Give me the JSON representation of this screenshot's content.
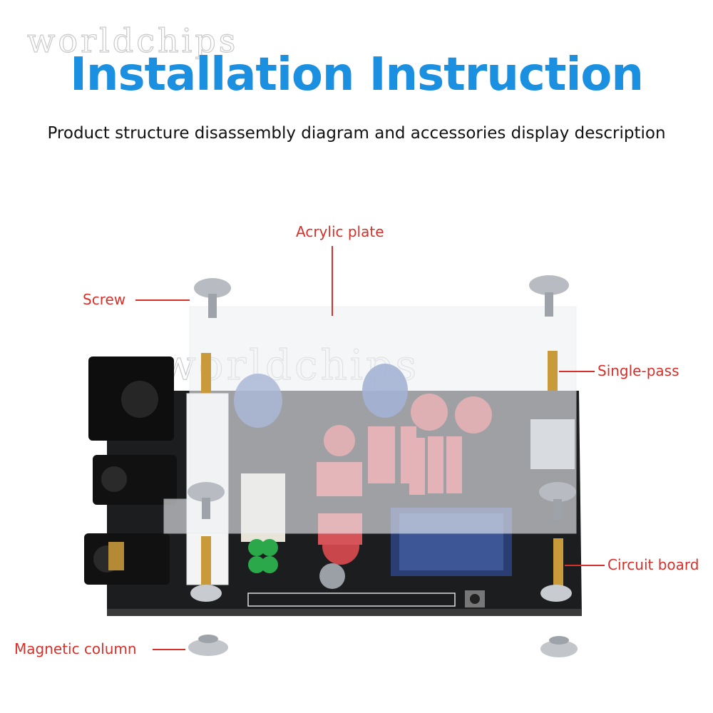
{
  "watermark": "worldchips",
  "title": "Installation Instruction",
  "subtitle": "Product structure disassembly diagram and accessories display description",
  "labels": {
    "acrylic_plate": "Acrylic plate",
    "screw": "Screw",
    "single_pass": "Single-pass",
    "circuit_board": "Circuit board",
    "magnetic_column": "Magnetic column"
  },
  "colors": {
    "title": "#1b8fe0",
    "label": "#d6302b",
    "pcb": "#1c1d1f",
    "standoff": "#c99a3a",
    "screw": "#b8bcc2"
  }
}
